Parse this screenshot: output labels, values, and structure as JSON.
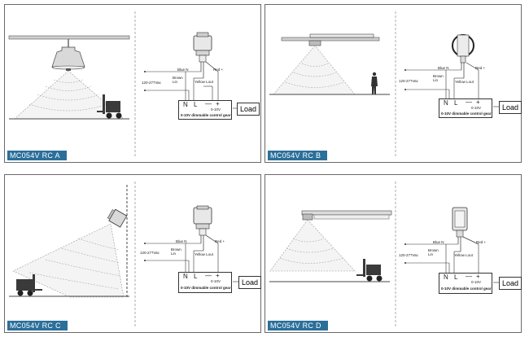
{
  "panels": [
    {
      "id": "A",
      "title": "MC054V RC  A"
    },
    {
      "id": "B",
      "title": "MC054V RC  B"
    },
    {
      "id": "C",
      "title": "MC054V RC  C"
    },
    {
      "id": "D",
      "title": "MC054V RC  D"
    }
  ],
  "wiring": {
    "supply": "120-277Vac",
    "blue_wire": "Blue N",
    "brown_wire": "Brown",
    "lin": "Lin",
    "yellow_wire": "Yellow Lout",
    "red_wire": "Red +",
    "term_n": "N",
    "term_l": "L",
    "term_minus": "—",
    "term_plus": "+",
    "dim_range": "0-10V",
    "gear": "0-10V dimmable control gear",
    "load": "Load"
  },
  "colors": {
    "tag_bg": "#2b6f9a",
    "border": "#6a6a6a"
  }
}
